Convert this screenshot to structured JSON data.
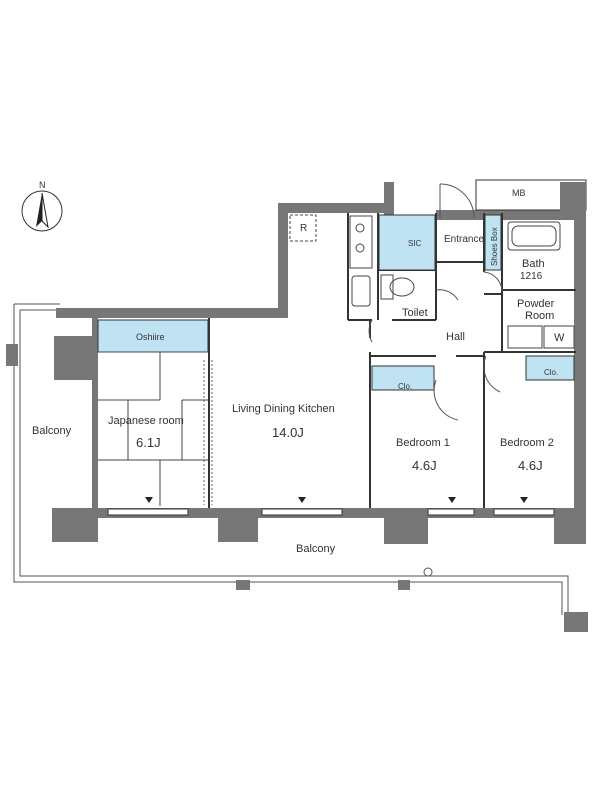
{
  "compass": {
    "label": "N"
  },
  "rooms": {
    "japanese_room": {
      "name": "Japanese room",
      "size": "6.1J"
    },
    "living": {
      "name": "Living Dining Kitchen",
      "size": "14.0J"
    },
    "bedroom1": {
      "name": "Bedroom 1",
      "size": "4.6J"
    },
    "bedroom2": {
      "name": "Bedroom 2",
      "size": "4.6J"
    },
    "bath": {
      "name": "Bath",
      "size": "1216"
    },
    "powder": {
      "line1": "Powder",
      "line2": "Room"
    }
  },
  "labels": {
    "oshiire": "Oshiire",
    "balcony_left": "Balcony",
    "balcony_bottom": "Balcony",
    "sic": "SIC",
    "entrance": "Entrance",
    "shoes_box": "Shoes Box",
    "toilet": "Toilet",
    "hall": "Hall",
    "mb": "MB",
    "refrigerator": "R",
    "washer": "W",
    "clo1": "Clo.",
    "clo2": "Clo."
  },
  "colors": {
    "wall": "#777777",
    "line": "#333333",
    "storage_fill": "#bfe3f2"
  }
}
